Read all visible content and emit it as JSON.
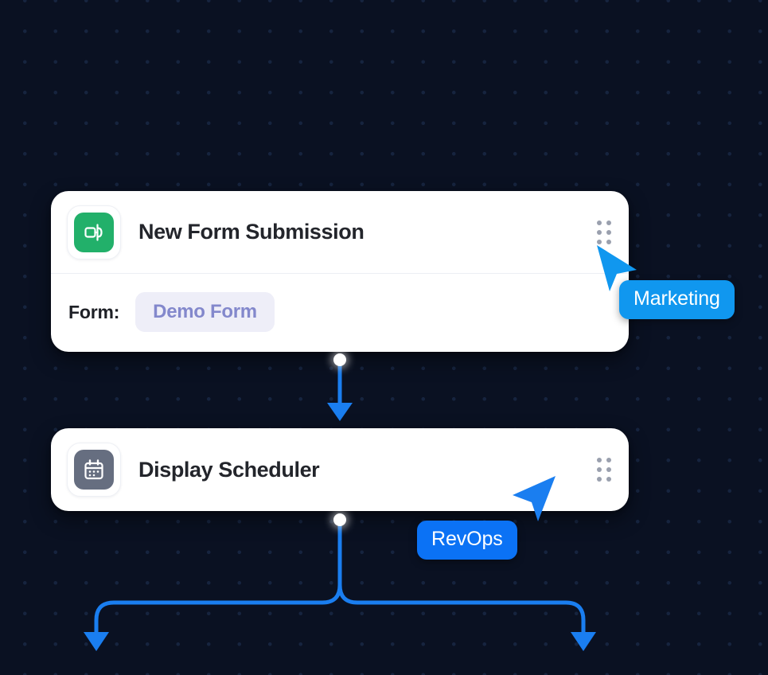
{
  "canvas": {
    "background_color": "#0a1122",
    "dot_color": "#16243f",
    "connector_color": "#1a7ef0"
  },
  "nodes": [
    {
      "id": "new-form-submission",
      "title": "New Form Submission",
      "icon": "form-icon",
      "icon_color": "#22b06a",
      "drag_handle": "drag-handle-icon",
      "fields": [
        {
          "label": "Form:",
          "value": "Demo Form"
        }
      ]
    },
    {
      "id": "display-scheduler",
      "title": "Display Scheduler",
      "icon": "calendar-icon",
      "icon_color": "#666e80",
      "drag_handle": "drag-handle-icon",
      "fields": []
    }
  ],
  "cursors": [
    {
      "id": "marketing",
      "label": "Marketing",
      "color": "#1097ef"
    },
    {
      "id": "revops",
      "label": "RevOps",
      "color": "#0b72f5"
    }
  ]
}
